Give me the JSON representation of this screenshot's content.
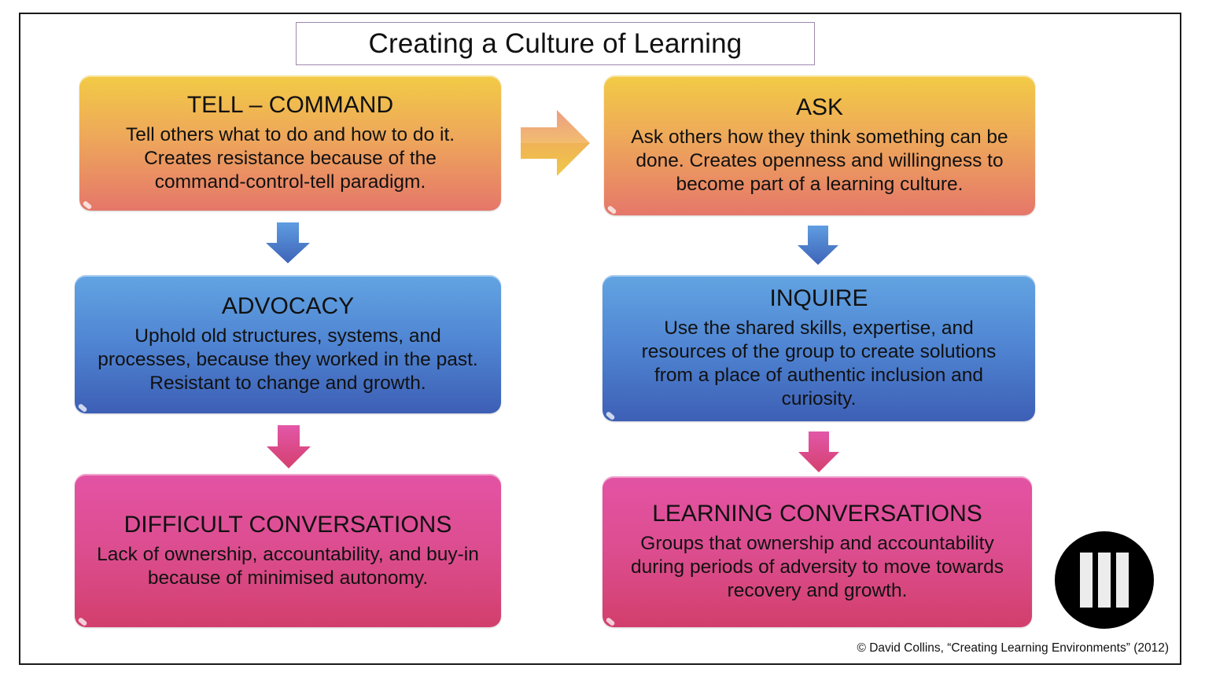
{
  "title": "Creating a Culture of Learning",
  "colors": {
    "orange_top": "#f2cb45",
    "orange_bottom": "#e5776a",
    "blue_top": "#62a4e2",
    "blue_bottom": "#3d5fb5",
    "pink_top": "#e353a4",
    "pink_bottom": "#d23f6c",
    "frame_border": "#1a1a1a",
    "title_border": "#9d88ad"
  },
  "left_column": [
    {
      "heading": "TELL – COMMAND",
      "body": "Tell others what to do and how to do it. Creates resistance because of the command-control-tell paradigm.",
      "color": "orange"
    },
    {
      "heading": "ADVOCACY",
      "body": "Uphold old structures, systems, and processes, because they worked in the past. Resistant to change and growth.",
      "color": "blue"
    },
    {
      "heading": "DIFFICULT CONVERSATIONS",
      "body": "Lack of ownership, accountability, and buy-in because of minimised autonomy.",
      "color": "pink"
    }
  ],
  "right_column": [
    {
      "heading": "ASK",
      "body": "Ask others how they think something can be done.  Creates openness and willingness to become part of a learning culture.",
      "color": "orange"
    },
    {
      "heading": "INQUIRE",
      "body": "Use the shared skills, expertise, and resources of the group to create solutions from a place of authentic inclusion and curiosity.",
      "color": "blue"
    },
    {
      "heading": "LEARNING CONVERSATIONS",
      "body": "Groups that ownership and accountability during periods of adversity to move towards recovery and growth.",
      "color": "pink"
    }
  ],
  "arrows": {
    "horizontal": "arrow-right-icon",
    "down_blue": "arrow-down-icon",
    "down_pink": "arrow-down-icon"
  },
  "logo": "three-bars-logo",
  "copyright": "© David Collins, “Creating Learning Environments” (2012)"
}
